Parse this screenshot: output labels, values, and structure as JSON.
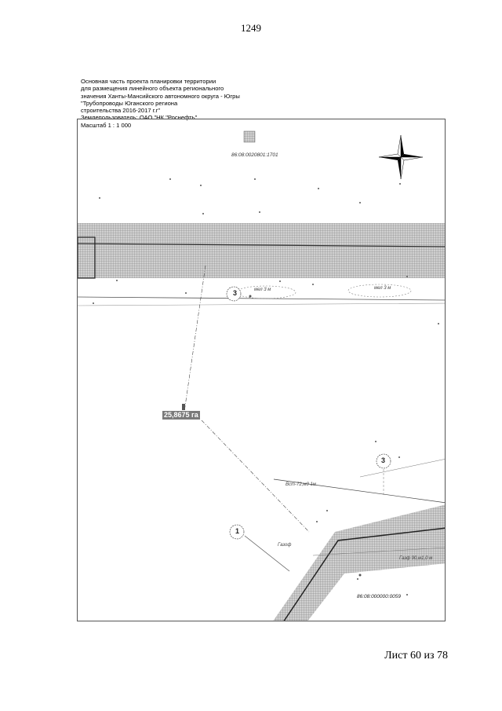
{
  "page_number": "1249",
  "header": {
    "lines": [
      "Основная часть проекта планировки территории",
      "для размещения линейного объекта регионального",
      "значения Ханты-Мансийского автономного округа - Югры",
      "\"Трубопроводы Юганского региона",
      "строительства 2016-2017 г.г\""
    ],
    "land_user": "Землепользователь: ОАО \"НК \"Роснефть\"",
    "scale": "Масштаб 1 : 1 000"
  },
  "map": {
    "parcel_top": "86:08:0020801:1701",
    "parcel_bottom": "86:08:000000:0059",
    "area_label": "25,8675 га",
    "markers": [
      "3",
      "3",
      "1"
    ],
    "small_labels": {
      "pipe_label": "Вст-72,м0 1м",
      "road_label": "Газоф",
      "lower_label": "Газф 90,м1,0 м",
      "pit_left": "мел 3 м",
      "pit_right": "мел 3 м"
    },
    "compass": "north-arrow"
  },
  "sheet_label": "Лист 60 из 78"
}
